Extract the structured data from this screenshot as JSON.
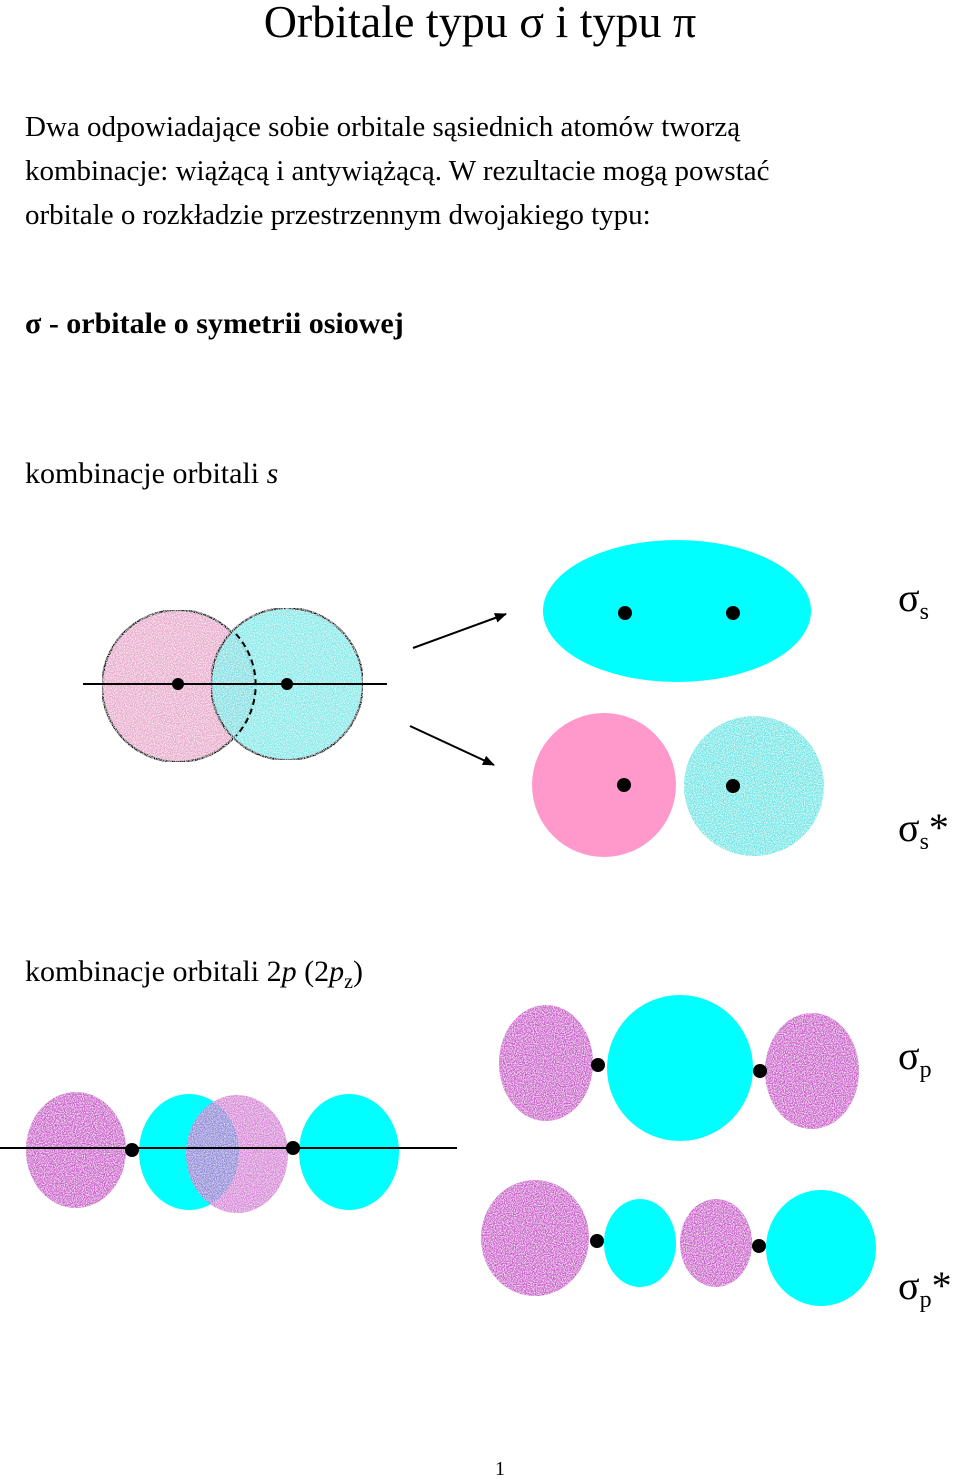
{
  "title": "Orbitale typu σ i typu π",
  "intro": {
    "line1": "Dwa odpowiadające sobie orbitale sąsiednich atomów tworzą",
    "line2": "kombinacje: wiążącą i antywiążącą. W rezultacie mogą powstać",
    "line3": "orbitale o rozkładzie przestrzennym dwojakiego typu:"
  },
  "sigma_heading": "σ - orbitale o symetrii osiowej",
  "s_section": {
    "text": "kombinacje orbitali ",
    "italic": "s"
  },
  "p_section": {
    "text": "kombinacje orbitali 2",
    "p": "p",
    "open": " (2",
    "p2": "p",
    "z": "z",
    "close": ")"
  },
  "labels": {
    "sigma_s": {
      "sym": "σ",
      "sub": "s",
      "star": ""
    },
    "sigma_s_star": {
      "sym": "σ",
      "sub": "s",
      "star": "*"
    },
    "sigma_p": {
      "sym": "σ",
      "sub": "p",
      "star": ""
    },
    "sigma_p_star": {
      "sym": "σ",
      "sub": "p",
      "star": "*"
    }
  },
  "colors": {
    "cyan": "#00ffff",
    "pink": "#ff99cc",
    "magenta": "#cc55cc",
    "light_cyan": "#66e6e6",
    "light_pink": "#e8a8cc"
  },
  "page_number": "1"
}
